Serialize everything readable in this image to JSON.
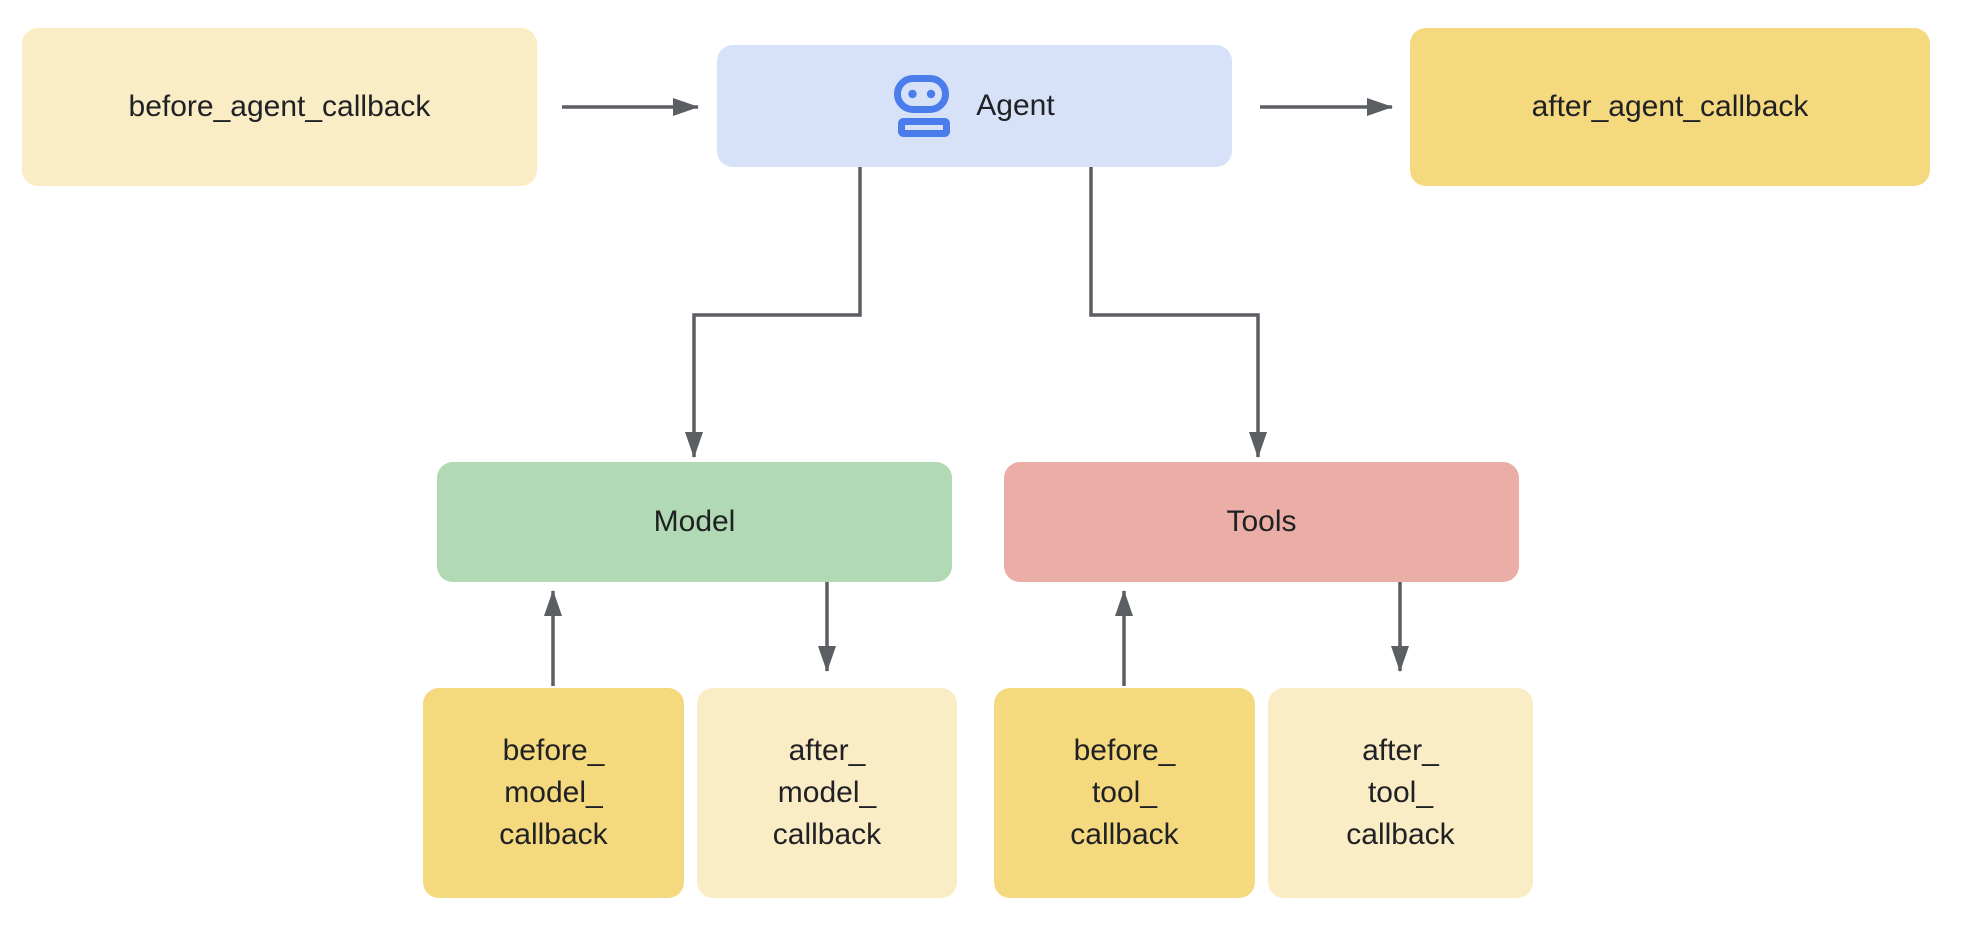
{
  "diagram": {
    "background": "#FFFFFF",
    "text_color": "#202124",
    "arrow_color": "#5B5F63",
    "nodes": {
      "before_agent": {
        "id": "before_agent_callback",
        "label": "before_agent_callback",
        "fill": "#FAECC5"
      },
      "agent": {
        "id": "agent",
        "label": "Agent",
        "fill": "#D7E2F9",
        "icon": "robot-icon",
        "icon_color": "#4A7DEB"
      },
      "after_agent": {
        "id": "after_agent_callback",
        "label": "after_agent_callback",
        "fill": "#F5D97E"
      },
      "model": {
        "id": "model",
        "label": "Model",
        "fill": "#B0D9B4"
      },
      "tools": {
        "id": "tools",
        "label": "Tools",
        "fill": "#EBAEA6"
      },
      "before_model": {
        "id": "before_model_callback",
        "lines": [
          "before_",
          "model_",
          "callback"
        ],
        "fill": "#F5D97E"
      },
      "after_model": {
        "id": "after_model_callback",
        "lines": [
          "after_",
          "model_",
          "callback"
        ],
        "fill": "#FAECC5"
      },
      "before_tool": {
        "id": "before_tool_callback",
        "lines": [
          "before_",
          "tool_",
          "callback"
        ],
        "fill": "#F5D97E"
      },
      "after_tool": {
        "id": "after_tool_callback",
        "lines": [
          "after_",
          "tool_",
          "callback"
        ],
        "fill": "#FAECC5"
      }
    },
    "edges": [
      {
        "from": "before_agent_callback",
        "to": "agent",
        "style": "straight-right"
      },
      {
        "from": "agent",
        "to": "after_agent_callback",
        "style": "straight-right"
      },
      {
        "from": "agent",
        "to": "model",
        "style": "elbow-down"
      },
      {
        "from": "agent",
        "to": "tools",
        "style": "elbow-down"
      },
      {
        "from": "before_model_callback",
        "to": "model",
        "style": "straight-up"
      },
      {
        "from": "model",
        "to": "after_model_callback",
        "style": "straight-down"
      },
      {
        "from": "before_tool_callback",
        "to": "tools",
        "style": "straight-up"
      },
      {
        "from": "tools",
        "to": "after_tool_callback",
        "style": "straight-down"
      }
    ]
  }
}
